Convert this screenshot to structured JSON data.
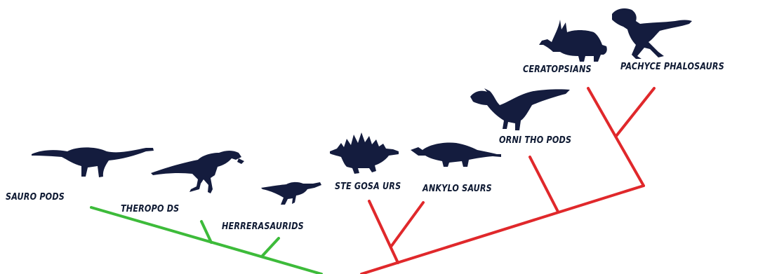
{
  "labels": {
    "sauropods": "SAURO PODS",
    "theropods": "THEROPO DS",
    "herrerasaurids": "HERRERASAURIDS",
    "stegosaurs": "STE GOSA URS",
    "ankylosaurs": "ANKYLO SAURS",
    "ornithopods": "ORNI THO PODS",
    "ceratopsians": "CERATOPSIANS",
    "pachycephalosaurs": "PACHYCE PHALOSAURS"
  },
  "colors": {
    "saurischia_branch": "#3dbb3a",
    "ornithischia_branch": "#e0282b",
    "silhouette": "#141c3e",
    "label": "#0f1a33"
  },
  "icons": [
    "sauropod-icon",
    "theropod-icon",
    "herrerasaurid-icon",
    "stegosaur-icon",
    "ankylosaur-icon",
    "ornithopod-icon",
    "ceratopsian-icon",
    "pachycephalosaur-icon"
  ]
}
